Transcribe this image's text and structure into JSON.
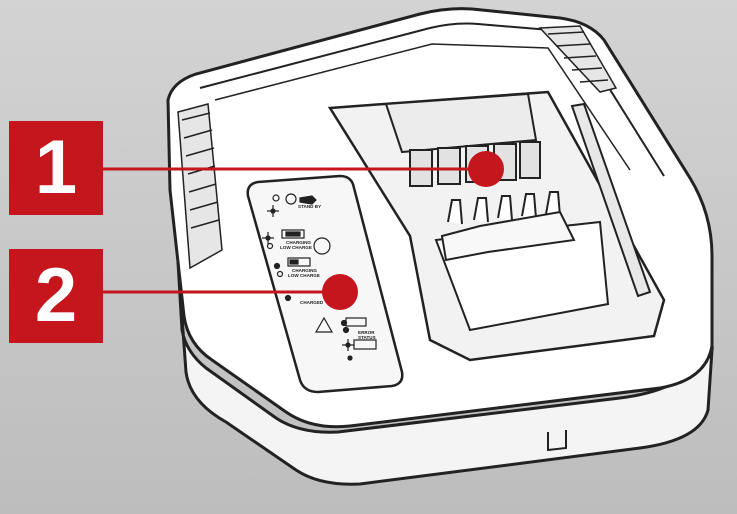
{
  "callouts": [
    {
      "number": "1",
      "color": "#c4161c"
    },
    {
      "number": "2",
      "color": "#c4161c"
    }
  ],
  "panel": {
    "stand_by": "STAND BY",
    "charging": "CHARGING",
    "low_charge": "LOW CHARGE",
    "charging_2": "CHARGING",
    "low_charge_2": "LOW CHARGE",
    "charged": "CHARGED",
    "error": "ERROR",
    "status": "STATUS"
  },
  "colors": {
    "background": "#c9c9c9",
    "charger_body": "#ffffff",
    "outline": "#222222",
    "marker_red": "#c4161c"
  }
}
